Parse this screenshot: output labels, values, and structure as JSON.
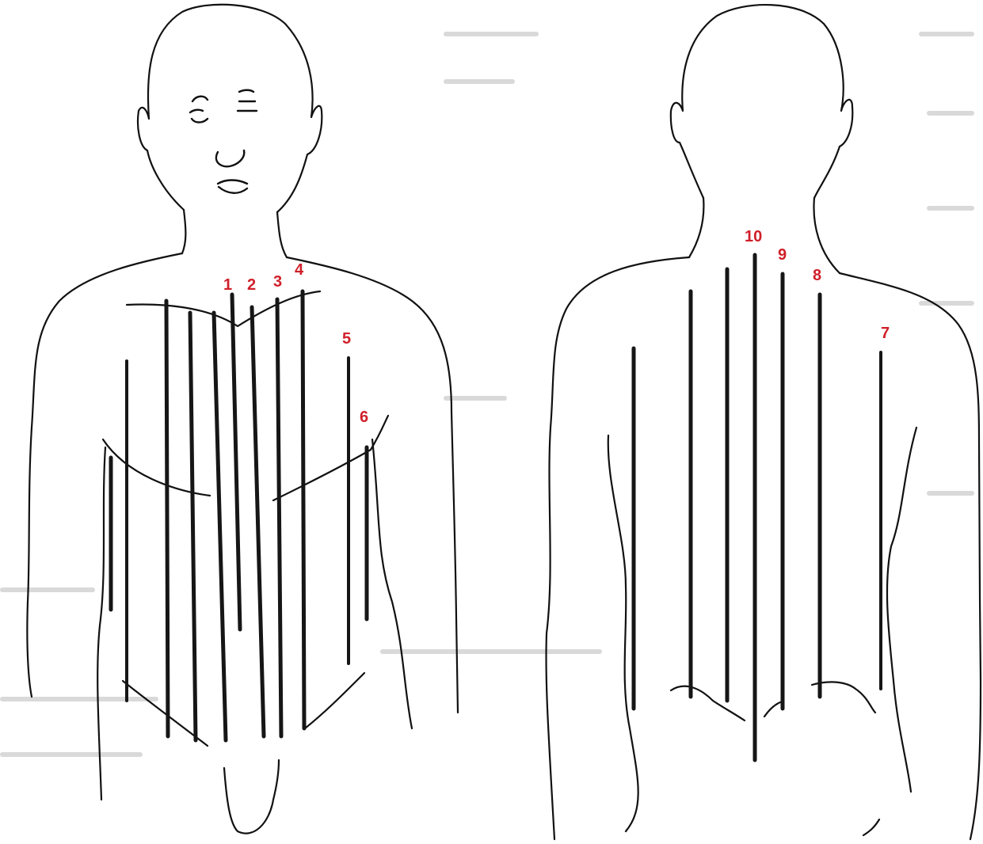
{
  "colors": {
    "line": "#161616",
    "label": "#d0202a",
    "background": "#ffffff",
    "faded_text": "#d9d9d9"
  },
  "front_view": {
    "labels": [
      "1",
      "2",
      "3",
      "4",
      "5",
      "6"
    ]
  },
  "back_view": {
    "labels": [
      "7",
      "8",
      "9",
      "10"
    ]
  }
}
